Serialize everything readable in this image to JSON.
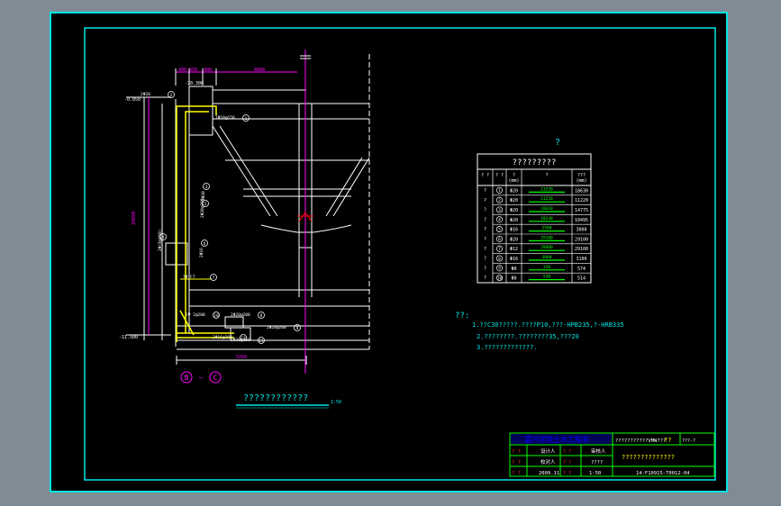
{
  "colors": {
    "background": "#7f8c95",
    "paper": "#000000",
    "border": "#00e5e5",
    "structure": "#ffffff",
    "rebar": "#ffff00",
    "axis": "#ff00ff",
    "text": "#00e5e5",
    "table_green": "#00ff00"
  },
  "drawing": {
    "dims_top": [
      "400",
      "650",
      "900",
      "4000"
    ],
    "elev_top": "-0.050",
    "elev_mid": "-10.300",
    "elev_bottom": "-11.500",
    "dim_vertical": "10650",
    "dim_bottom": "5250",
    "axis_b": "B",
    "axis_c": "C",
    "axis_dash": "—",
    "callouts": [
      {
        "num": "1",
        "text": "7Φ10@150"
      },
      {
        "num": "2",
        "text": "2Φ20"
      },
      {
        "num": "3",
        "text": "3Φ20"
      },
      {
        "num": "4",
        "text": "2Φ(8@150)"
      },
      {
        "num": "5",
        "text": "2Φ20@200"
      },
      {
        "num": "6",
        "text": "2Φ16"
      },
      {
        "num": "7",
        "text": "7Ψ F7"
      },
      {
        "num": "8",
        "text": "2Φ20@200"
      },
      {
        "num": "9",
        "text": "2Φ20@200"
      },
      {
        "num": "10",
        "text": "2Ψ 2@200"
      },
      {
        "num": "11",
        "text": "2Φ20@200"
      },
      {
        "num": "12",
        "text": "2Φ16@200"
      }
    ],
    "title": "????????????",
    "title_scale": "1:50"
  },
  "table": {
    "heading_mark": "?",
    "title": "?????????",
    "headers": [
      "? ?",
      "? ?",
      "?\n(mm)",
      "?",
      "???\n(mm)"
    ],
    "rows": [
      {
        "no": "1",
        "dia": "Φ20",
        "shape": "11520",
        "len": "18630"
      },
      {
        "no": "2",
        "dia": "Φ20",
        "shape": "11220",
        "len": "11220"
      },
      {
        "no": "3",
        "dia": "Φ20",
        "shape": "10610",
        "len": "14775"
      },
      {
        "no": "4",
        "dia": "Φ20",
        "shape": "10240",
        "len": "10495"
      },
      {
        "no": "5",
        "dia": "Φ16",
        "shape": "2500",
        "len": "3000"
      },
      {
        "no": "6",
        "dia": "Φ20",
        "shape": "29100",
        "len": "29100"
      },
      {
        "no": "7",
        "dia": "Φ12",
        "shape": "29000",
        "len": "29100"
      },
      {
        "no": "8",
        "dia": "Φ16",
        "shape": "3000",
        "len": "3100"
      },
      {
        "no": "9",
        "dia": "Φ8",
        "shape": "330",
        "len": "574"
      },
      {
        "no": "10",
        "dia": "Φ8",
        "shape": "530",
        "len": "514"
      }
    ]
  },
  "notes": {
    "heading": "??:",
    "lines": [
      "1.??C30?????.????P10,???-HPB235,?-HRB335",
      "2.????????.????????35,???20",
      "3.?????????????."
    ]
  },
  "titleblock": {
    "logo": "",
    "school": "嘉兴学院土木工程系",
    "project": "???????????VMW???",
    "project_mark": "??",
    "sheet_mark": "???-?",
    "drawing_name": "??????????????",
    "cells": [
      "? ?",
      "设计人",
      "审核人",
      "? ?",
      "校对人",
      "????",
      "? ?",
      "2009.11",
      "1:50"
    ],
    "drawing_no": "14-F10915-T0012-04"
  }
}
